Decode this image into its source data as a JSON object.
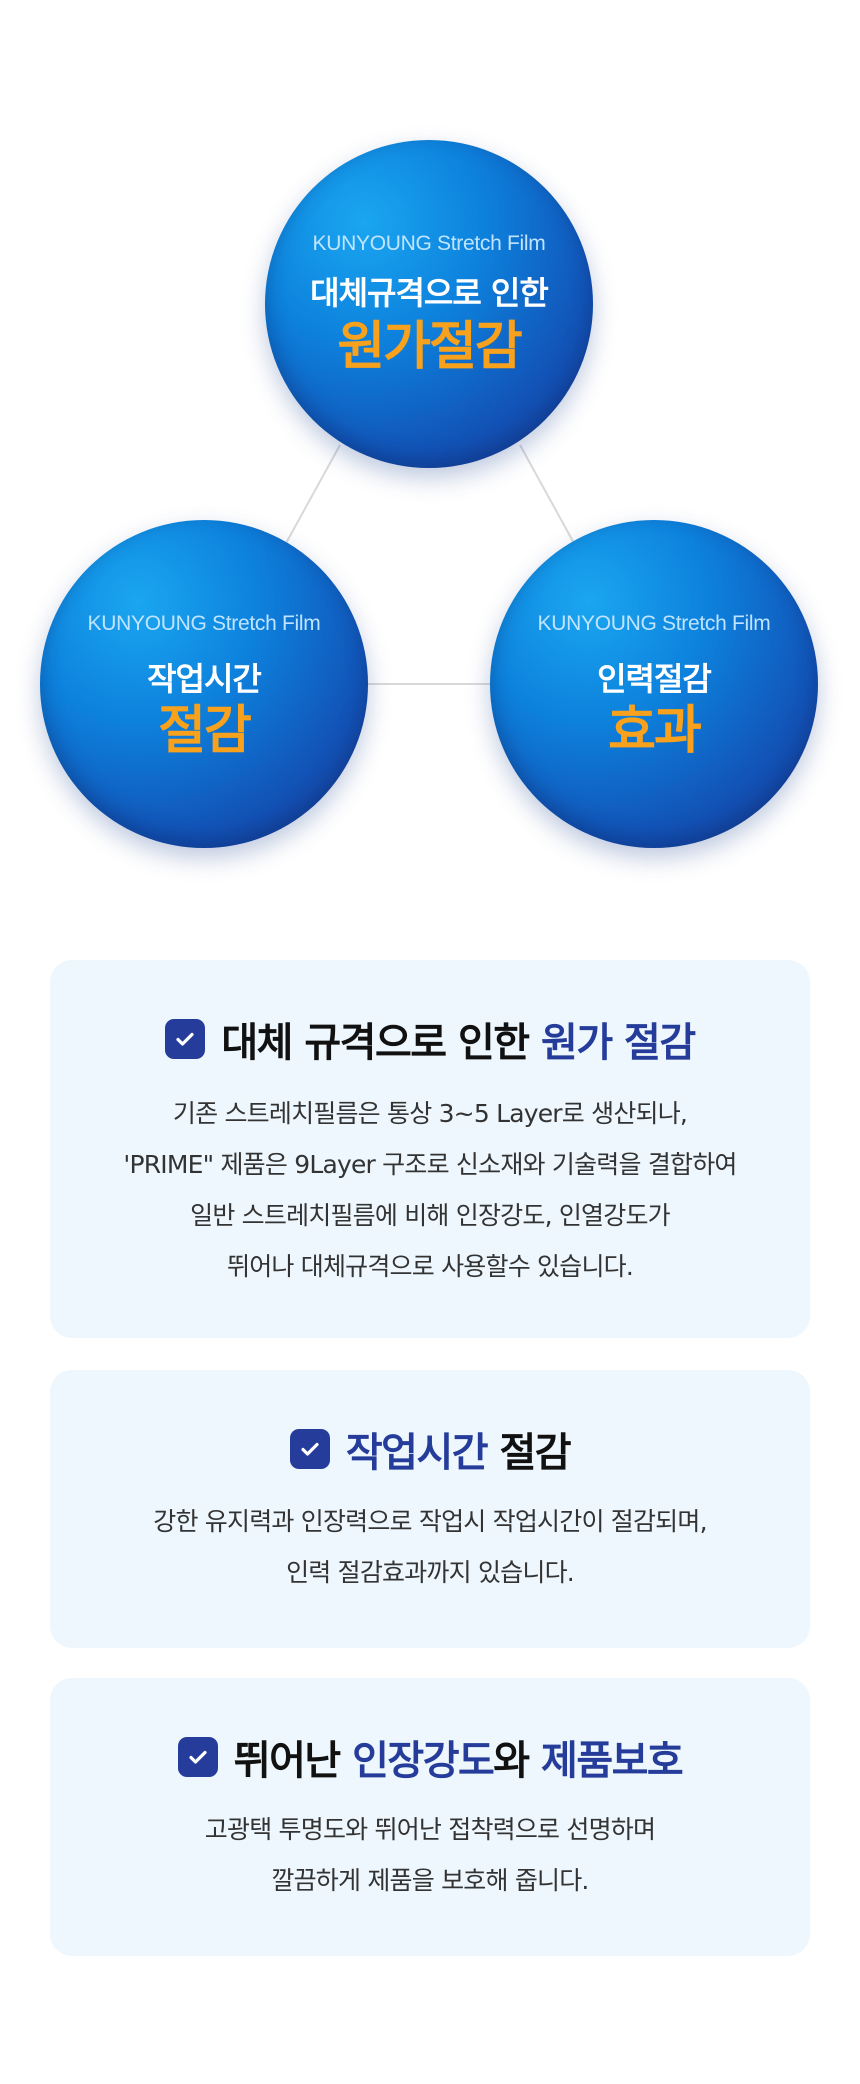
{
  "circles": [
    {
      "brand": "KUNYOUNG Stretch Film",
      "line1": "대체규격으로 인한",
      "line2": "원가절감"
    },
    {
      "brand": "KUNYOUNG Stretch Film",
      "line1": "작업시간",
      "line2": "절감"
    },
    {
      "brand": "KUNYOUNG Stretch Film",
      "line1": "인력절감",
      "line2": "효과"
    }
  ],
  "features": [
    {
      "title": {
        "plain": "대체 규격으로 인한 ",
        "highlight": "원가 절감"
      },
      "desc": [
        "기존 스트레치필름은 통상 3~5 Layer로 생산되나,",
        "'PRIME\" 제품은 9Layer 구조로 신소재와 기술력을 결합하여",
        "일반 스트레치필름에 비해 인장강도, 인열강도가",
        "뛰어나 대체규격으로 사용할수 있습니다."
      ]
    },
    {
      "title": {
        "highlight": "작업시간",
        "plain": " 절감"
      },
      "desc": [
        "강한 유지력과 인장력으로 작업시 작업시간이 절감되며,",
        "인력 절감효과까지 있습니다."
      ]
    },
    {
      "title": {
        "plain1": "뛰어난 ",
        "highlight1": "인장강도",
        "plain2": "와 ",
        "highlight2": "제품보호"
      },
      "desc": [
        "고광택 투명도와 뛰어난 접착력으로 선명하며",
        "깔끔하게 제품을 보호해 줍니다."
      ]
    }
  ],
  "colors": {
    "accent_orange": "#f7a11c",
    "highlight_navy": "#253c9a",
    "box_bg": "#eef7fd"
  },
  "icons": {
    "check": "check-icon"
  }
}
